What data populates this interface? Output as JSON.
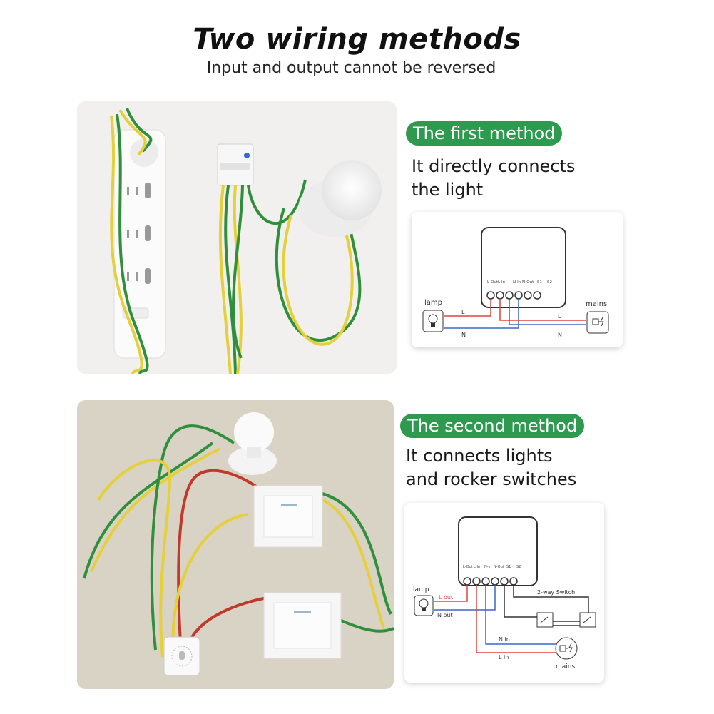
{
  "header": {
    "title": "Two wiring methods",
    "subtitle": "Input and output cannot be reversed"
  },
  "method1": {
    "badge": "The first method",
    "line1": "It directly connects",
    "line2": "the light",
    "diagram": {
      "lamp_label": "lamp",
      "mains_label": "mains",
      "l_label": "L",
      "n_label": "N",
      "terminals": [
        "L-Out",
        "L-In",
        "N-In",
        "N-Out",
        "S1",
        "S2"
      ]
    }
  },
  "method2": {
    "badge": "The second method",
    "line1": "It connects lights",
    "line2": "and rocker switches",
    "diagram": {
      "lamp_label": "lamp",
      "mains_label": "mains",
      "l_out_label": "L out",
      "n_out_label": "N out",
      "n_in_label": "N in",
      "l_in_label": "L in",
      "switch_label": "2-way Switch",
      "terminals": [
        "L-Out",
        "L-In",
        "N-In",
        "N-Out",
        "S1",
        "S2"
      ]
    }
  },
  "colors": {
    "badge_green": "#2e9a4f",
    "wire_live": "#e0443e",
    "wire_neutral": "#3a67c9",
    "wire_green": "#2f8f3a",
    "wire_yellow": "#e5cf3a"
  }
}
